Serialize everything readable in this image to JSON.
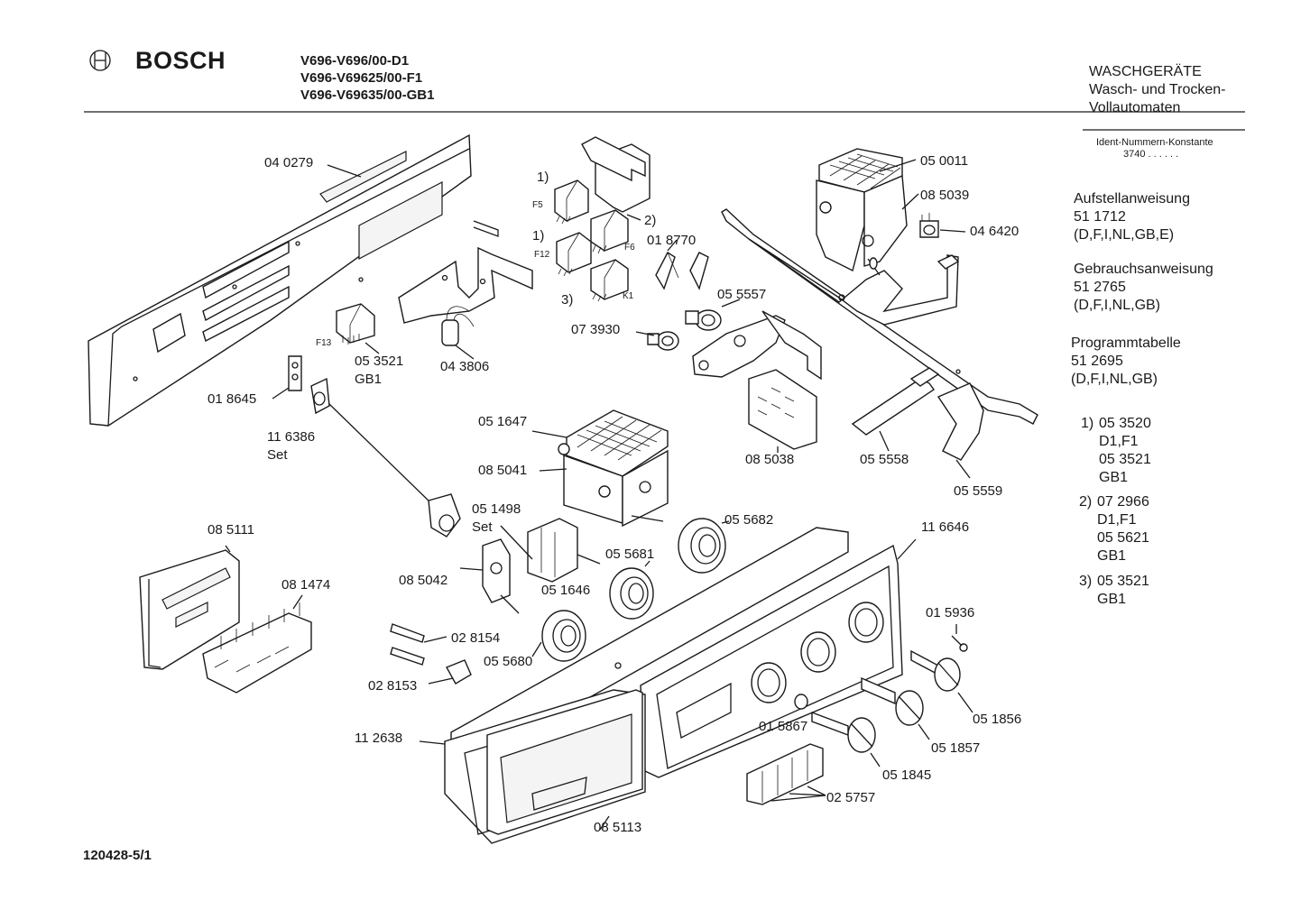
{
  "header": {
    "brand": "BOSCH",
    "models": [
      "V696-V696/00-D1",
      "V696-V69625/00-F1",
      "V696-V69635/00-GB1"
    ],
    "category": [
      "WASCHGERÄTE",
      "Wasch- und Trocken-",
      "Vollautomaten"
    ],
    "ident_title": "Ident-Nummern-Konstante",
    "ident_value": "3740  . .   . . . ."
  },
  "documents": [
    {
      "title": "Aufstellanweisung",
      "number": "51 1712",
      "langs": "(D,F,I,NL,GB,E)"
    },
    {
      "title": "Gebrauchsanweisung",
      "number": "51 2765",
      "langs": "(D,F,I,NL,GB)"
    },
    {
      "title": "Programmtabelle",
      "number": "51 2695",
      "langs": "(D,F,I,NL,GB)"
    }
  ],
  "notes": [
    {
      "mark": "1)",
      "lines": [
        "05 3520",
        "D1,F1",
        "05 3521",
        "GB1"
      ]
    },
    {
      "mark": "2)",
      "lines": [
        "07 2966",
        "D1,F1",
        "05 5621",
        "GB1"
      ]
    },
    {
      "mark": "3)",
      "lines": [
        "05 3521",
        "GB1"
      ]
    }
  ],
  "part_labels": [
    "04 0279",
    "05 0011",
    "08 5039",
    "04 6420",
    "01 8770",
    "05 5557",
    "07 3930",
    "05 3521",
    "GB1",
    "04 3806",
    "01 8645",
    "11 6386",
    "Set",
    "05 1647",
    "08 5041",
    "08 5038",
    "05 5558",
    "05 5559",
    "05 1498",
    "Set",
    "05 5682",
    "11 6646",
    "08 5111",
    "08 1474",
    "08 5042",
    "05 5681",
    "05 1646",
    "01 5936",
    "02 8154",
    "05 5680",
    "02 8153",
    "11 2638",
    "01 5867",
    "05 1856",
    "05 1857",
    "05 1845",
    "02 5757",
    "08 5113"
  ],
  "switch_refs": [
    "1)",
    "F5",
    "2)",
    "1)",
    "F6",
    "F12",
    "3)",
    "K1",
    "F13"
  ],
  "footer": {
    "drawing_id": "120428-5/1"
  }
}
